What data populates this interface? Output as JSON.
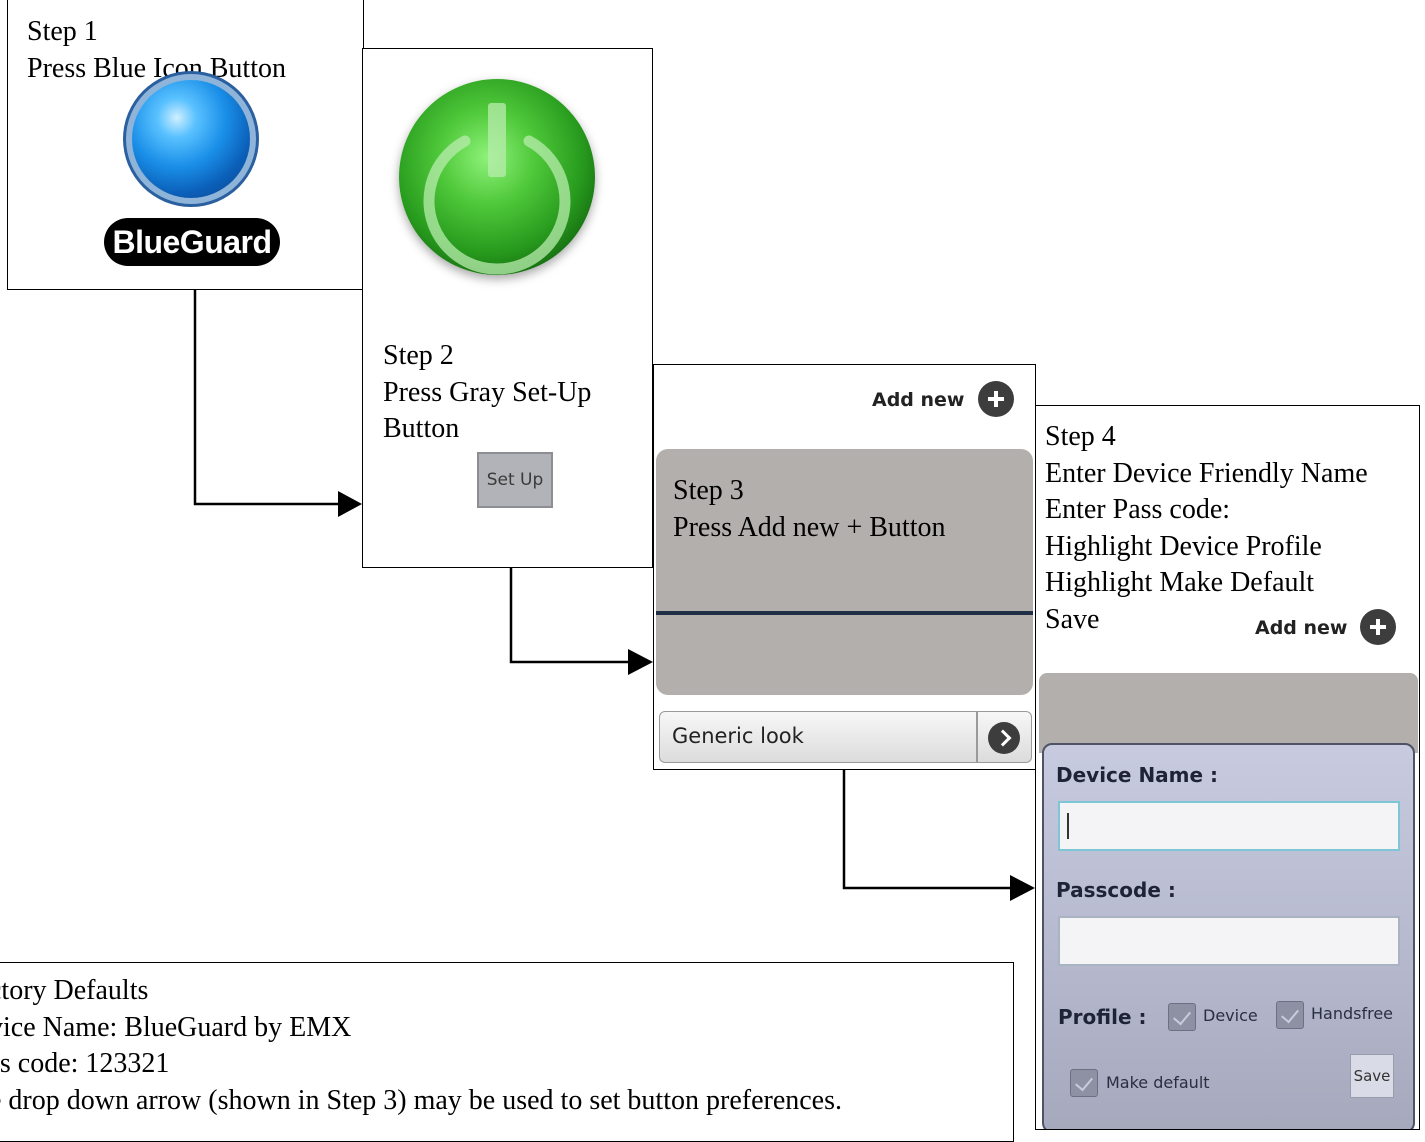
{
  "step1": {
    "lines": [
      "Step 1",
      "Press Blue Icon Button"
    ],
    "badge_label": "BlueGuard",
    "icon": "blue-orb-icon",
    "colors": {
      "orb": "#1a8fe8",
      "badge": "#000000"
    }
  },
  "step2": {
    "lines": [
      "Step 2",
      "Press Gray Set-Up",
      "Button"
    ],
    "icon": "power-button-icon",
    "setup_button_label": "Set Up",
    "colors": {
      "power_orb": "#279a1d",
      "setup_button": "#b2b3b8"
    }
  },
  "step3": {
    "add_new_label": "Add new",
    "lines": [
      "Step 3",
      "Press Add new + Button"
    ],
    "generic_row_label": "Generic look",
    "colors": {
      "panel": "#b3afac",
      "divider": "#1f2f45"
    }
  },
  "step4": {
    "lines": [
      "Step 4",
      "Enter Device Friendly Name",
      "Enter Pass code:",
      "Highlight Device Profile",
      "Highlight Make Default",
      "Save"
    ],
    "add_new_label": "Add new",
    "dialog": {
      "device_name_label": "Device Name :",
      "device_name_value": "",
      "passcode_label": "Passcode :",
      "passcode_value": "",
      "profile_label": "Profile :",
      "profile_options": [
        "Device",
        "Handsfree"
      ],
      "make_default_label": "Make default",
      "save_label": "Save"
    },
    "colors": {
      "dialog": "#b4b7cc"
    }
  },
  "factory": {
    "lines": [
      "ctory Defaults",
      "vice Name: BlueGuard by EMX",
      "ss code: 123321",
      "e drop down arrow (shown in Step 3) may be used to set button preferences."
    ]
  }
}
